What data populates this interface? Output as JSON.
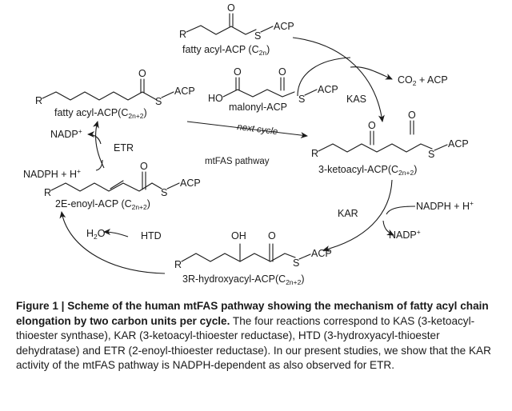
{
  "diagram": {
    "center_label": "mtFAS pathway",
    "next_cycle": "next cycle",
    "R": "R",
    "S": "S",
    "O": "O",
    "ACP": "ACP",
    "HO": "HO",
    "OH": "OH",
    "enzymes": {
      "kas": "KAS",
      "kar": "KAR",
      "htd": "HTD",
      "etr": "ETR"
    },
    "cofactors": {
      "co2_acp_1": "CO",
      "co2_acp_sub": "2",
      "co2_acp_2": " + ACP",
      "nadph_kar": "NADPH + H",
      "nadp_kar": "NADP",
      "nadph_etr": "NADPH + H",
      "nadp_etr": "NADP",
      "plus": "+",
      "h2o_1": "H",
      "h2o_sub": "2",
      "h2o_2": "O"
    },
    "compounds": {
      "fatty_acyl_cn_1": "fatty acyl-ACP (C",
      "fatty_acyl_cn_sub": "2n",
      "fatty_acyl_cn_2": ")",
      "malonyl": "malonyl-ACP",
      "fatty_acyl_cn2_1": "fatty acyl-ACP(C",
      "fatty_acyl_cn2_sub": "2n+2",
      "fatty_acyl_cn2_2": ")",
      "ketoacyl_1": "3-ketoacyl-ACP(C",
      "ketoacyl_sub": "2n+2",
      "ketoacyl_2": ")",
      "hydroxyacyl_1": "3R-hydroxyacyl-ACP(C",
      "hydroxyacyl_sub": "2n+2",
      "hydroxyacyl_2": ")",
      "enoyl_1": "2E-enoyl-ACP (C",
      "enoyl_sub": "2n+2",
      "enoyl_2": ")"
    }
  },
  "caption": {
    "bold": "Figure 1 | Scheme of the human mtFAS pathway showing the mechanism of fatty acyl chain elongation by two carbon units per cycle.",
    "text": " The four reactions correspond to KAS (3-ketoacyl-thioester synthase), KAR (3-ketoacyl-thioester reductase), HTD (3-hydroxyacyl-thioester dehydratase) and ETR (2-enoyl-thioester reductase). In our present studies, we show that the KAR activity of the mtFAS pathway is NADPH-dependent as also observed for ETR."
  }
}
